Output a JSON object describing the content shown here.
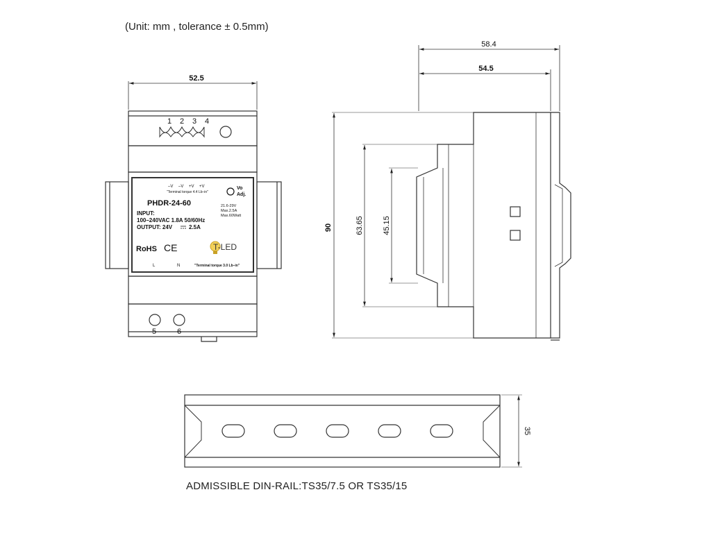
{
  "header": {
    "unit_note": "(Unit: mm , tolerance ± 0.5mm)"
  },
  "front_view": {
    "dims": {
      "width": "52.5"
    },
    "terminal_top_numbers": [
      "1",
      "2",
      "3",
      "4"
    ],
    "terminal_bottom_numbers": [
      "5",
      "6"
    ],
    "label": {
      "pin_labels_top": [
        "–V",
        "–V",
        "+V",
        "+V"
      ],
      "torque_top": "\"Terminal torque 4.4 Lb–in\"",
      "vo_adj_1": "Vo",
      "vo_adj_2": "Adj.",
      "model": "PHDR-24-60",
      "spec_voltage": "21.6-29V",
      "spec_current": "Max.2.5A",
      "spec_power": "Max.60Watt",
      "input_title": "INPUT:",
      "input_value": "100–240VAC 1.8A   50/60Hz",
      "output_title": "OUTPUT: 24V",
      "output_value": "2.5A",
      "rohs": "RoHS",
      "ce": "CE",
      "brand": "T-LED",
      "pin_l": "L",
      "pin_n": "N",
      "torque_bottom": "\"Terminal torque 3.0 Lb–in\""
    }
  },
  "side_view": {
    "dims": {
      "depth_total": "58.4",
      "depth_body": "54.5",
      "height": "90",
      "height_mid": "63.65",
      "height_inner": "45.15"
    }
  },
  "din_rail": {
    "dims": {
      "height": "35"
    },
    "note": "ADMISSIBLE DIN-RAIL:TS35/7.5 OR TS35/15"
  }
}
